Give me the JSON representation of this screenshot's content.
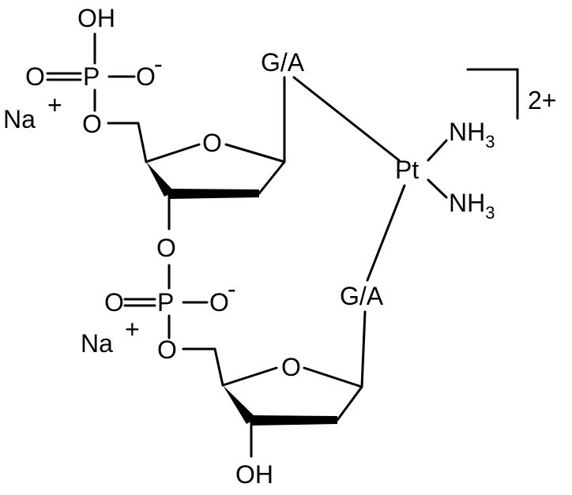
{
  "molecule": {
    "upper_phosphate": {
      "hydroxyl": "OH",
      "oxo": "O",
      "phosphorus": "P",
      "oxide": "O",
      "oxide_charge": "-",
      "ester_oxygen": "O",
      "counterion": "Na",
      "counterion_charge": "+"
    },
    "upper_sugar": {
      "ring_oxygen": "O"
    },
    "upper_base": "G/A",
    "linker_phosphate": {
      "sugar_oxygen": "O",
      "oxo": "O",
      "phosphorus": "P",
      "oxide": "O",
      "oxide_charge": "-",
      "ester_oxygen": "O",
      "counterion": "Na",
      "counterion_charge": "+"
    },
    "lower_sugar": {
      "ring_oxygen": "O",
      "hydroxyl": "OH"
    },
    "lower_base": "G/A",
    "platinum": {
      "symbol": "Pt",
      "ligand_1": {
        "main": "NH",
        "subscript": "3"
      },
      "ligand_2": {
        "main": "NH",
        "subscript": "3"
      }
    },
    "complex_charge": "2+"
  }
}
